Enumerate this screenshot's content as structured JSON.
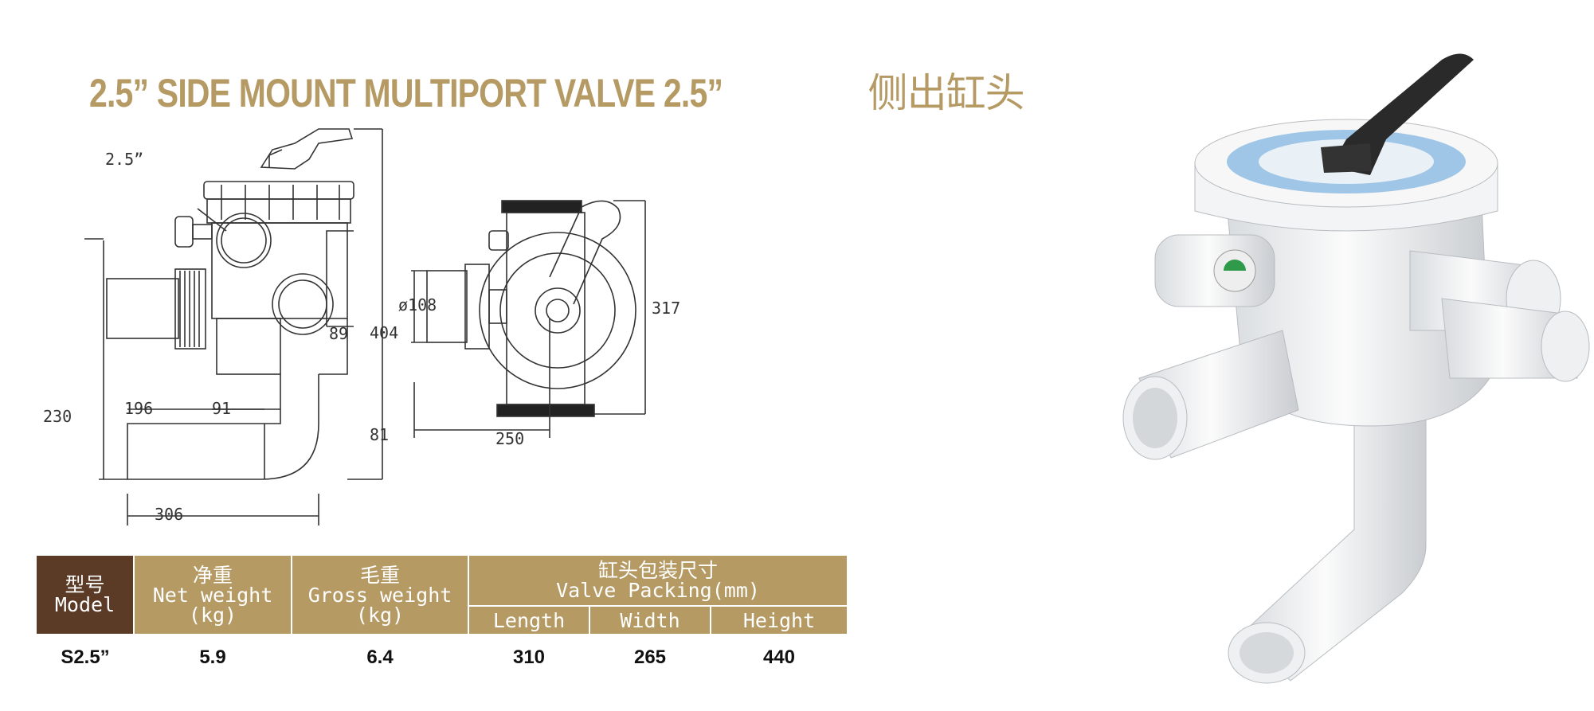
{
  "title": {
    "en": "2.5” SIDE MOUNT MULTIPORT VALVE   2.5”",
    "cn": "侧出缸头"
  },
  "drawing": {
    "size_label": "2.5”",
    "dims": [
      "404",
      "89",
      "230",
      "196",
      "91",
      "81",
      "306",
      "ø108",
      "317",
      "250"
    ]
  },
  "table": {
    "model": {
      "cn": "型号",
      "en": "Model"
    },
    "net": {
      "cn": "净重",
      "en": "Net weight",
      "unit": "(kg)"
    },
    "gross": {
      "cn": "毛重",
      "en": "Gross weight",
      "unit": "(kg)"
    },
    "packing": {
      "cn": "缸头包装尺寸",
      "en": "Valve Packing(mm)"
    },
    "length": "Length",
    "width": "Width",
    "height": "Height",
    "row": {
      "model": "S2.5”",
      "net": "5.9",
      "gross": "6.4",
      "length": "310",
      "width": "265",
      "height": "440"
    }
  },
  "colors": {
    "gold": "#b59a64",
    "brown": "#5b3a26"
  }
}
